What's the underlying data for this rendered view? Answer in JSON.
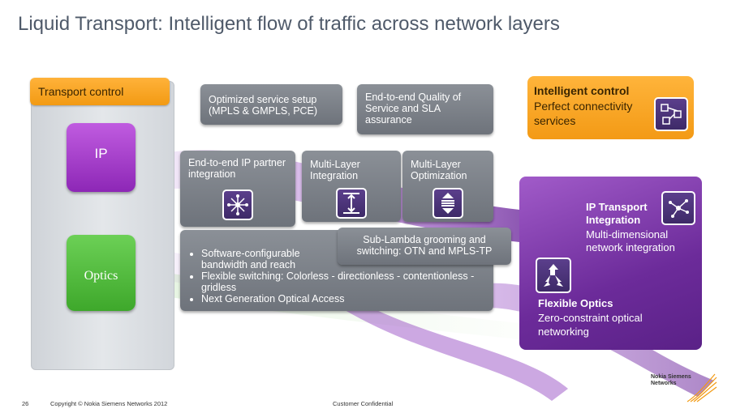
{
  "slide": {
    "title": "Liquid Transport: Intelligent flow of traffic across network layers",
    "page_number": "26",
    "copyright": "Copyright © Nokia Siemens Networks 2012",
    "confidentiality": "Customer Confidential",
    "logo_text_line1": "Nokia Siemens",
    "logo_text_line2": "Networks"
  },
  "left_column": {
    "transport_control": "Transport control",
    "ip_label": "IP",
    "optics_label": "Optics"
  },
  "boxes": {
    "optimized_setup": "Optimized service setup (MPLS & GMPLS, PCE)",
    "qos": "End-to-end Quality of Service and SLA assurance",
    "ip_partner": "End-to-end IP partner integration",
    "multilayer_integration": "Multi-Layer Integration",
    "multilayer_optimization": "Multi-Layer Optimization",
    "sublambda": "Sub-Lambda grooming and switching: OTN and MPLS-TP",
    "bullets": [
      "Software-configurable bandwidth and reach",
      "Flexible switching: Colorless - directionless - contentionless - gridless",
      "Next Generation Optical Access"
    ]
  },
  "right_panel": {
    "intelligent_control_title": "Intelligent control",
    "intelligent_control_sub": "Perfect connectivity services",
    "ip_transport_title": "IP Transport Integration",
    "ip_transport_sub": "Multi-dimensional network integration",
    "flexible_optics_title": "Flexible Optics",
    "flexible_optics_sub": "Zero-constraint optical networking"
  },
  "colors": {
    "orange": "#f5a020",
    "purple": "#7a2fa8",
    "grey_box": "#7b8088",
    "green": "#4cb837",
    "ip_purple": "#a23fcf"
  },
  "icons": [
    "network-hub-icon",
    "vertical-arrows-icon",
    "stacked-arrows-icon",
    "workflow-icon",
    "node-graph-icon",
    "split-arrows-icon"
  ]
}
